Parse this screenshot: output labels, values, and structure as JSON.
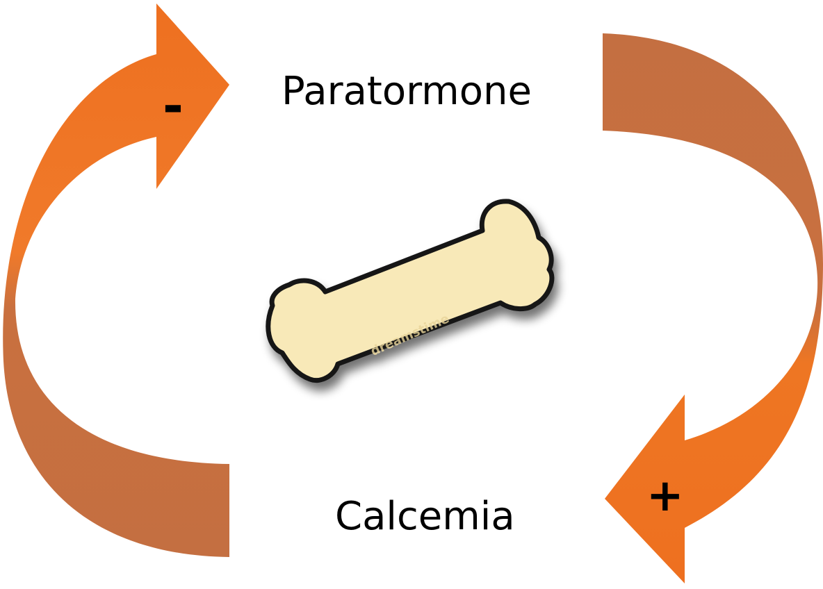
{
  "diagram": {
    "top_label": "Paratormone",
    "bottom_label": "Calcemia",
    "left_arrow_sign": "-",
    "right_arrow_sign": "+",
    "colors": {
      "arrow_bright": "#ee7623",
      "arrow_muted": "#c46f41",
      "bone_fill": "#f8e9b8",
      "bone_outline": "#1a1a1a"
    },
    "icons": {
      "center_image": "bone-icon",
      "left_arrow": "curved-arrow-icon",
      "right_arrow": "curved-arrow-icon"
    }
  },
  "watermark": "dreamstime"
}
